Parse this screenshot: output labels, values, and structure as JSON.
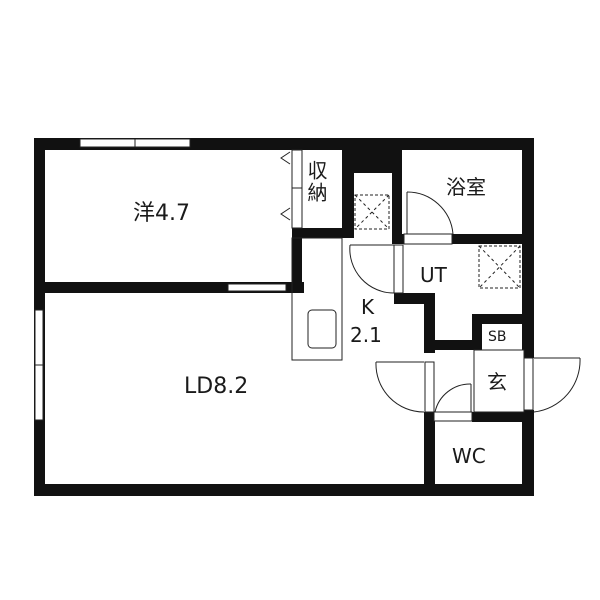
{
  "floor_plan": {
    "rooms": {
      "western_room": {
        "label": "洋4.7"
      },
      "storage": {
        "label": "収納"
      },
      "bathroom": {
        "label": "浴室"
      },
      "utility": {
        "label": "UT"
      },
      "kitchen": {
        "label_line1": "K",
        "label_line2": "2.1"
      },
      "living_dining": {
        "label": "LD8.2"
      },
      "shoe_box": {
        "label": "SB"
      },
      "entrance": {
        "label": "玄"
      },
      "toilet": {
        "label": "WC"
      }
    },
    "colors": {
      "wall": "#111111",
      "background": "#ffffff",
      "line": "#222222"
    }
  }
}
